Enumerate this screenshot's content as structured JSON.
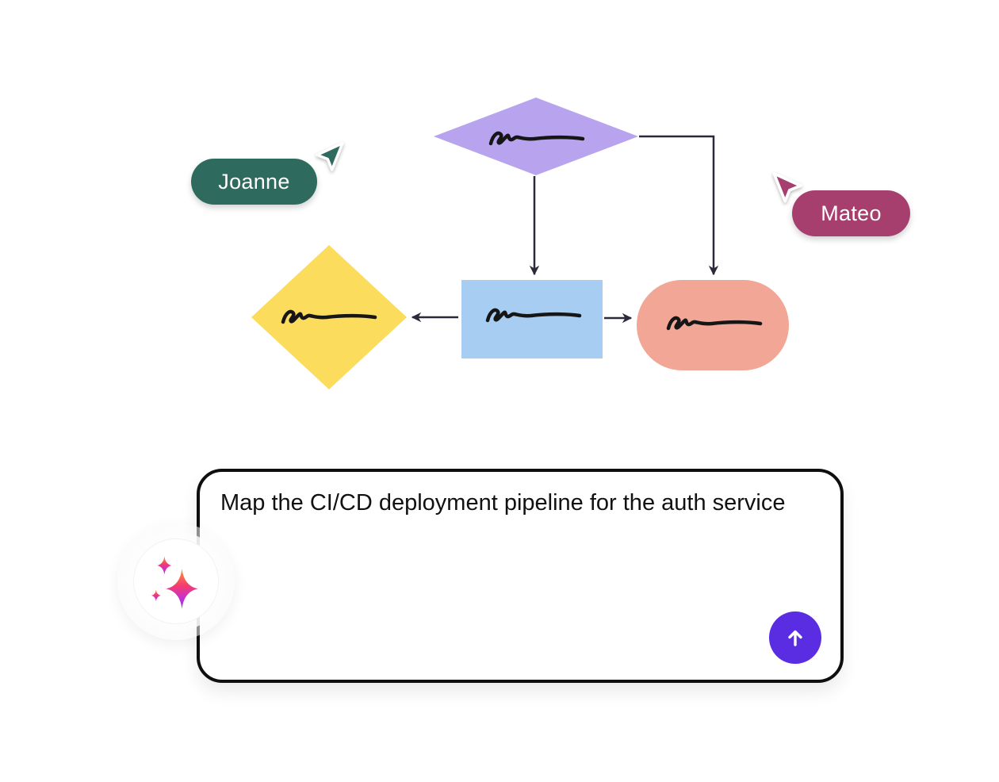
{
  "app": {
    "background": "#ffffff"
  },
  "collaborators": [
    {
      "name": "Joanne",
      "color": "#2e6b5e",
      "cursor_direction": "up-right"
    },
    {
      "name": "Mateo",
      "color": "#a63e6e",
      "cursor_direction": "up-left"
    }
  ],
  "diagram": {
    "ink_color": "#161616",
    "connector_color": "#2b2a3a",
    "shapes": [
      {
        "id": "diamond-top",
        "type": "diamond",
        "fill": "#b8a4ee",
        "content": "handwritten scribble"
      },
      {
        "id": "diamond-left",
        "type": "diamond",
        "fill": "#fbdc5c",
        "content": "handwritten scribble"
      },
      {
        "id": "rectangle-center",
        "type": "rectangle",
        "fill": "#a7cdf3",
        "content": "handwritten scribble"
      },
      {
        "id": "stadium-right",
        "type": "stadium",
        "fill": "#f2a695",
        "content": "handwritten scribble"
      }
    ],
    "connectors": [
      {
        "from": "diamond-top",
        "to": "rectangle-center",
        "route": "down"
      },
      {
        "from": "diamond-top",
        "to": "stadium-right",
        "route": "right-then-down"
      },
      {
        "from": "rectangle-center",
        "to": "diamond-left",
        "route": "left"
      },
      {
        "from": "rectangle-center",
        "to": "stadium-right",
        "route": "right"
      }
    ]
  },
  "prompt": {
    "value": "Map the CI/CD deployment pipeline for the auth service",
    "border_color": "#0f0f0f",
    "send_button_color": "#5a2de2",
    "send_icon": "arrow-up",
    "ai_badge_icon": "sparkles",
    "ai_gradient": [
      "#ff9636",
      "#f53d6e",
      "#c52ed4",
      "#7b45ee"
    ]
  }
}
